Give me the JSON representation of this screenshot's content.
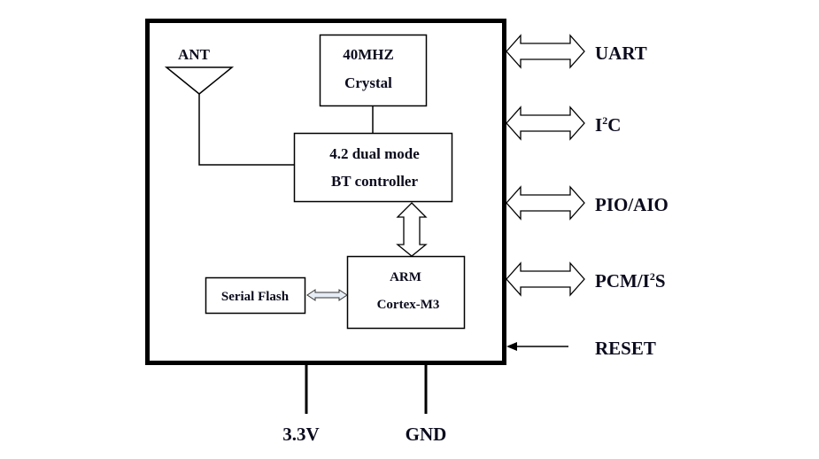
{
  "diagram": {
    "type": "block-diagram",
    "module": {
      "antenna": {
        "label": "ANT"
      },
      "crystal": {
        "line1": "40MHZ",
        "line2": "Crystal"
      },
      "bt_controller": {
        "line1": "4.2 dual mode",
        "line2": "BT controller"
      },
      "cpu": {
        "line1": "ARM",
        "line2": "Cortex-M3"
      },
      "flash": {
        "label": "Serial Flash"
      }
    },
    "interfaces": [
      {
        "id": "uart",
        "label": "UART",
        "direction": "bidirectional"
      },
      {
        "id": "i2c",
        "label_main": "I",
        "label_sup": "2",
        "label_tail": "C",
        "direction": "bidirectional"
      },
      {
        "id": "pio",
        "label": "PIO/AIO",
        "direction": "bidirectional"
      },
      {
        "id": "pcm",
        "label_main": "PCM/I",
        "label_sup": "2",
        "label_tail": "S",
        "direction": "bidirectional"
      },
      {
        "id": "reset",
        "label": "RESET",
        "direction": "input"
      }
    ],
    "power": [
      {
        "id": "vcc",
        "label": "3.3V"
      },
      {
        "id": "gnd",
        "label": "GND"
      }
    ],
    "connections": [
      {
        "from": "antenna",
        "to": "bt_controller",
        "kind": "line"
      },
      {
        "from": "crystal",
        "to": "bt_controller",
        "kind": "line"
      },
      {
        "from": "bt_controller",
        "to": "cpu",
        "kind": "bidirectional-arrow"
      },
      {
        "from": "flash",
        "to": "cpu",
        "kind": "bidirectional-arrow"
      }
    ]
  }
}
